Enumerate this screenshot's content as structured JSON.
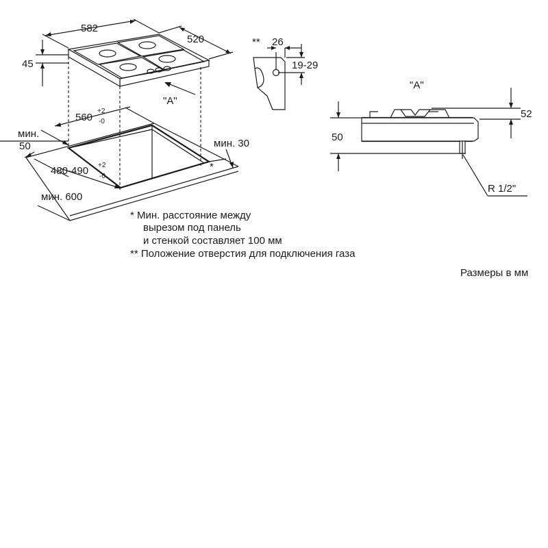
{
  "labels": {
    "width_582": "582",
    "depth_520": "520",
    "height_45": "45",
    "star2_mark": "**",
    "dim_26": "26",
    "dim_19_29": "19-29",
    "view_a_left": "\"A\"",
    "view_a_right": "\"A\"",
    "dim_52": "52",
    "dim_50_right": "50",
    "cut_560": "560",
    "cut_560_tol_plus": "+2",
    "cut_560_tol_minus": "-0",
    "min_50_a": "мин.",
    "min_50_b": "50",
    "min_30": "мин. 30",
    "cut_480_490": "480-490",
    "cut_480_tol_plus": "+2",
    "cut_480_tol_minus": "-0",
    "min_600": "мин. 600",
    "star_mark": "*",
    "thread": "R 1/2\"",
    "units": "Размеры в мм"
  },
  "notes": {
    "note1_line1": "*  Мин. расстояние между",
    "note1_line2": "вырезом под панель",
    "note1_line3": "и стенкой составляет 100 мм",
    "note2": "** Положение отверстия для подключения газа"
  }
}
